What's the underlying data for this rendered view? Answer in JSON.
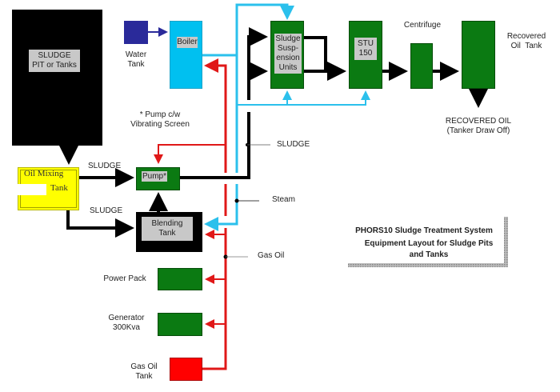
{
  "diagram": {
    "title_line1": "PHORS10 Sludge Treatment System",
    "title_line2": "Equipment Layout for Sludge Pits",
    "title_line3": "and Tanks"
  },
  "equipment": {
    "sludge_pit": "SLUDGE\nPIT or Tanks",
    "water_tank": "Water\nTank",
    "boiler": "Boiler",
    "sludge_suspension": "Sludge\nSusp-\nension\nUnits",
    "stu": "STU\n150",
    "centrifuge": "Centrifuge",
    "recovered_oil_tank": "Recovered\nOil  Tank",
    "recovered_oil": "RECOVERED OIL\n(Tanker Draw Off)",
    "oil_mixing_line1": "Oil Mixing",
    "oil_mixing_line2": "Tank",
    "pump": "Pump*",
    "pump_note": "* Pump c/w\nVibrating Screen",
    "blending_tank": "Blending\nTank",
    "power_pack": "Power Pack",
    "generator": "Generator\n300Kva",
    "gas_oil_tank": "Gas Oil\nTank"
  },
  "flow_labels": {
    "sludge_top": "SLUDGE",
    "sludge_bottom": "SLUDGE",
    "sludge_line": "SLUDGE",
    "steam": "Steam",
    "gas_oil": "Gas Oil"
  },
  "colors": {
    "equipment_green": "#0b7a12",
    "boiler_cyan": "#00c0f0",
    "water_tank_navy": "#2a2a9a",
    "gas_oil_red": "#ff0000",
    "mixing_yellow": "#ffff00",
    "steam_line": "#2bc0ec",
    "gas_oil_line": "#e01818",
    "sludge_line": "#000000"
  }
}
